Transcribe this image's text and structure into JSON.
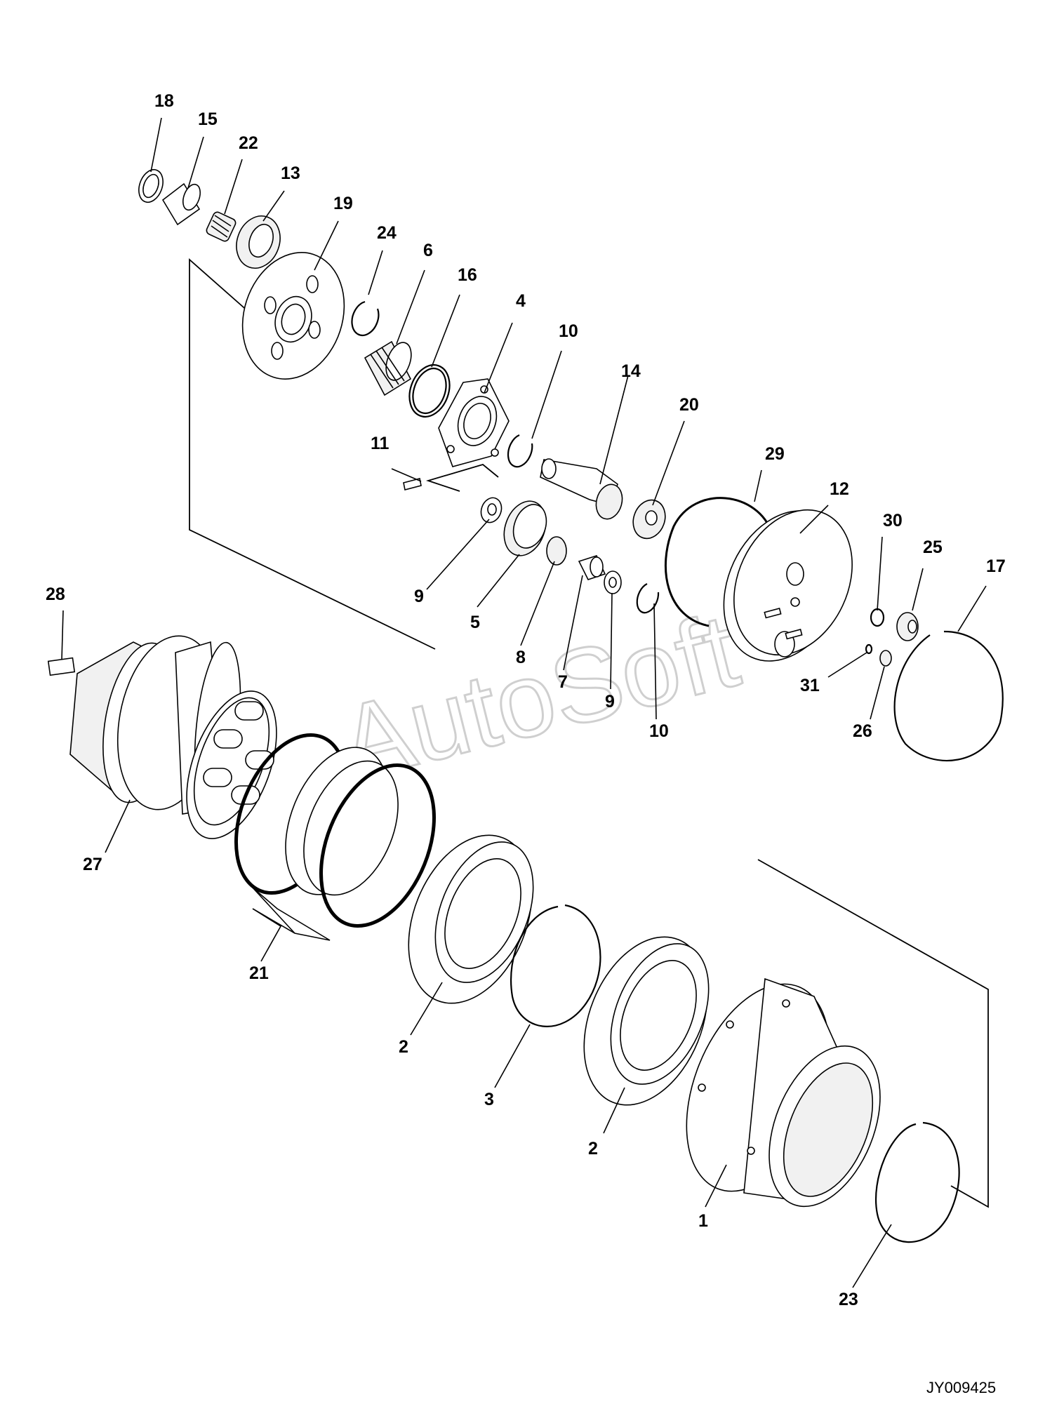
{
  "drawing_code": "JY009425",
  "watermark": "AutoSoft",
  "callouts": [
    {
      "id": "c18",
      "text": "18"
    },
    {
      "id": "c15",
      "text": "15"
    },
    {
      "id": "c22",
      "text": "22"
    },
    {
      "id": "c13",
      "text": "13"
    },
    {
      "id": "c19",
      "text": "19"
    },
    {
      "id": "c24",
      "text": "24"
    },
    {
      "id": "c6",
      "text": "6"
    },
    {
      "id": "c16",
      "text": "16"
    },
    {
      "id": "c4",
      "text": "4"
    },
    {
      "id": "c10a",
      "text": "10"
    },
    {
      "id": "c14",
      "text": "14"
    },
    {
      "id": "c20",
      "text": "20"
    },
    {
      "id": "c11",
      "text": "11"
    },
    {
      "id": "c29",
      "text": "29"
    },
    {
      "id": "c12",
      "text": "12"
    },
    {
      "id": "c30",
      "text": "30"
    },
    {
      "id": "c25",
      "text": "25"
    },
    {
      "id": "c17",
      "text": "17"
    },
    {
      "id": "c9a",
      "text": "9"
    },
    {
      "id": "c5",
      "text": "5"
    },
    {
      "id": "c8",
      "text": "8"
    },
    {
      "id": "c7",
      "text": "7"
    },
    {
      "id": "c9b",
      "text": "9"
    },
    {
      "id": "c10b",
      "text": "10"
    },
    {
      "id": "c31",
      "text": "31"
    },
    {
      "id": "c26",
      "text": "26"
    },
    {
      "id": "c28",
      "text": "28"
    },
    {
      "id": "c27",
      "text": "27"
    },
    {
      "id": "c21",
      "text": "21"
    },
    {
      "id": "c2a",
      "text": "2"
    },
    {
      "id": "c3",
      "text": "3"
    },
    {
      "id": "c2b",
      "text": "2"
    },
    {
      "id": "c1",
      "text": "1"
    },
    {
      "id": "c23",
      "text": "23"
    }
  ]
}
